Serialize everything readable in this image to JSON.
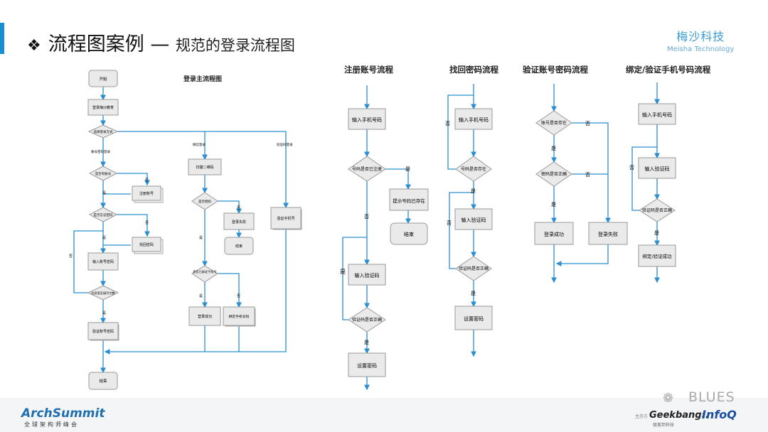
{
  "header": {
    "bullet": "❖",
    "title_main": "流程图案例",
    "title_dash": "—",
    "title_sub": "规范的登录流程图"
  },
  "logo": {
    "name": "梅沙科技",
    "name_en": "Meisha Technology"
  },
  "main_flow": {
    "title": "登录主流程图",
    "nodes": {
      "start": "开始",
      "login": "登录梅沙教育",
      "choose": "选择登录方式",
      "has_account": "是否有账号",
      "register": "注册账号",
      "forgot": "是否忘记密码",
      "retrieve": "找回密码",
      "input_pwd": "输入账号密码",
      "pwd_check": "信息是否填写完整",
      "verify_pwd": "验证账号密码",
      "end": "结束",
      "scan": "扫描二维码",
      "authorized": "是否授权",
      "login_fail": "登录失败",
      "end2": "结束",
      "bound": "是否已绑定手机号",
      "login_ok": "登录成功",
      "bind_phone": "绑定手机号码",
      "verify_phone": "验证手机号"
    },
    "labels": {
      "by_account": "账号密码登录",
      "by_wechat": "微信登录",
      "by_phone": "验证码登录",
      "yes": "是",
      "no": "否"
    }
  },
  "register_flow": {
    "title": "注册账号流程",
    "nodes": {
      "input_phone": "输入手机号码",
      "registered": "号码是否已注册",
      "exists": "提示号码已存在",
      "end": "结束",
      "input_code": "输入验证码",
      "code_ok": "验证码是否正确",
      "set_pwd": "设置密码"
    },
    "labels": {
      "yes": "是",
      "no": "否"
    }
  },
  "retrieve_flow": {
    "title": "找回密码流程",
    "nodes": {
      "input_phone": "输入手机号码",
      "exists": "号码是否存在",
      "input_code": "输入验证码",
      "code_ok": "验证码是否正确",
      "set_pwd": "设置密码"
    },
    "labels": {
      "yes": "是",
      "no": "否"
    }
  },
  "verify_flow": {
    "title": "验证账号密码流程",
    "nodes": {
      "account_exists": "账号是否存在",
      "pwd_ok": "密码是否正确",
      "success": "登录成功",
      "fail": "登录失败"
    },
    "labels": {
      "yes": "是",
      "no": "否"
    }
  },
  "bind_flow": {
    "title": "绑定/验证手机号码流程",
    "nodes": {
      "input_phone": "输入手机号码",
      "input_code": "输入验证码",
      "code_ok": "验证码是否正确",
      "bind_ok": "绑定/验证成功"
    },
    "labels": {
      "yes": "是",
      "no": "否"
    }
  },
  "footer": {
    "arch": "ArchSummit",
    "arch_cn": "全球架构师峰会",
    "watermark": "BLUES",
    "host": "主办方",
    "geek": "Geekbang›.",
    "geek_cn": "极客邦科技",
    "infoq": "InfoQ"
  }
}
